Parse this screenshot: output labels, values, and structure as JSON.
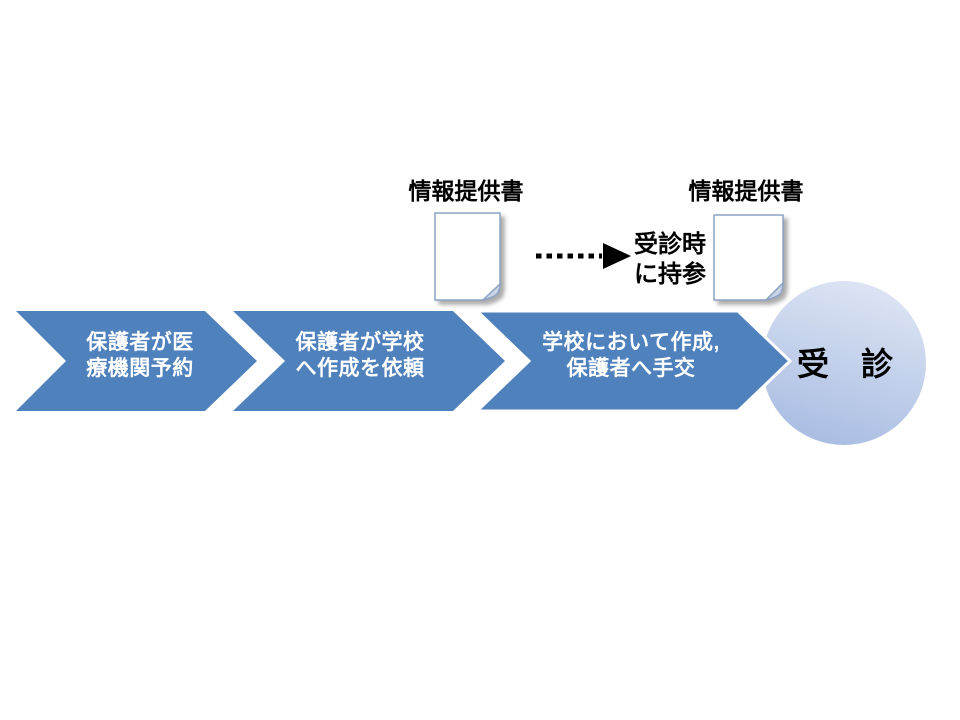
{
  "colors": {
    "background": "#ffffff",
    "chevron_fill": "#4f81bd",
    "chevron_text": "#ffffff",
    "circle_light": "#dde4f4",
    "circle_dark": "#a9bde2",
    "doc_fill": "#ffffff",
    "doc_border": "#8ba3c4",
    "doc_fold": "#c9d4e4",
    "arrow": "#000000",
    "label_text": "#000000"
  },
  "process_steps": [
    {
      "line1": "保護者が医",
      "line2": "療機関予約"
    },
    {
      "line1": "保護者が学校",
      "line2": "へ作成を依頼"
    },
    {
      "line1": "学校において作成,",
      "line2": "保護者へ手交"
    }
  ],
  "outcome": {
    "label": "受　診"
  },
  "documents": {
    "first_label": "情報提供書",
    "second_label": "情報提供書"
  },
  "carry_note": {
    "line1": "受診時",
    "line2": "に持参"
  }
}
